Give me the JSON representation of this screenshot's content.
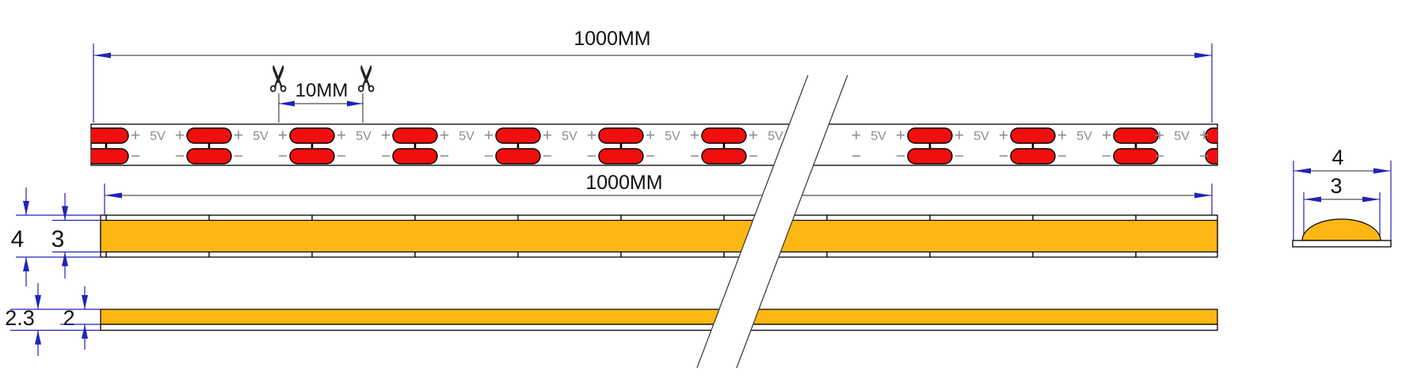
{
  "drawing": {
    "scissors_icon": "✂",
    "top_dimension": {
      "label": "1000MM"
    },
    "cut_dimension": {
      "label": "10MM"
    },
    "mid_dimension": {
      "label": "1000MM"
    },
    "front_view_dims": {
      "outer_height": "4",
      "led_height": "3"
    },
    "side_view_dims": {
      "outer_height": "2.3",
      "led_height": "2"
    },
    "section_dims": {
      "outer_width": "4",
      "dome_width": "3"
    },
    "strip": {
      "plus": "+",
      "minus": "−",
      "voltage": "5V",
      "pad_centers": [
        134,
        264,
        394,
        524,
        654,
        784,
        914,
        1174,
        1304,
        1434,
        1550
      ],
      "label_centers": [
        199,
        329,
        459,
        589,
        719,
        849,
        979,
        1109,
        1239,
        1369,
        1492
      ],
      "cut_tick_centers": [
        134,
        264,
        394,
        524,
        654,
        784,
        914,
        1044,
        1174,
        1304,
        1434
      ]
    },
    "colors": {
      "pad_red": "#f10e0e",
      "strip_yellow": "#fcb713",
      "dim_blue": "#2222b8",
      "label_gray": "#8c8c8c"
    }
  }
}
